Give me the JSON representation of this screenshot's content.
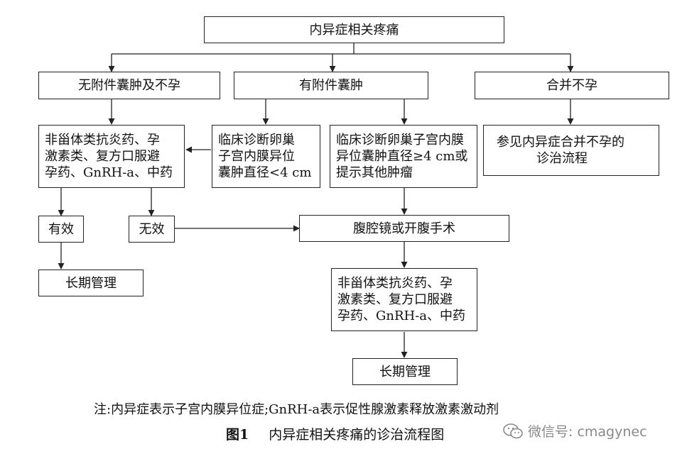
{
  "nodes": {
    "root": "内异症相关疼痛",
    "no_cyst": "无附件囊肿及不孕",
    "cyst": "有附件囊肿",
    "infertile": "合并不孕",
    "drugs_1": [
      "非甾体类抗炎药、孕",
      "激素类、复方口服避",
      "孕药、GnRH-a、中药"
    ],
    "cyst_small": [
      "临床诊断卵巢",
      "子宫内膜异位",
      "囊肿直径<4 cm"
    ],
    "cyst_large": [
      "临床诊断卵巢子宫内膜",
      "异位囊肿直径≥4 cm或",
      "提示其他肿瘤"
    ],
    "see_infertile": [
      "参见内异症合并不孕的",
      "诊治流程"
    ],
    "effective": "有效",
    "ineffective": "无效",
    "surgery": "腹腔镜或开腹手术",
    "longterm_1": "长期管理",
    "drugs_2": [
      "非甾体类抗炎药、孕",
      "激素类、复方口服避",
      "孕药、GnRH-a、中药"
    ],
    "longterm_2": "长期管理"
  },
  "note": "注:内异症表示子宫内膜异位症;GnRH-a表示促性腺激素释放激素激动剂",
  "figure": {
    "number": "图1",
    "title": "内异症相关疼痛的诊治流程图"
  },
  "watermark": {
    "icon": "wechat-icon",
    "text": "微信号: cmagynec"
  },
  "colors": {
    "line": "#222222",
    "watermark": "#8a8a8a"
  }
}
